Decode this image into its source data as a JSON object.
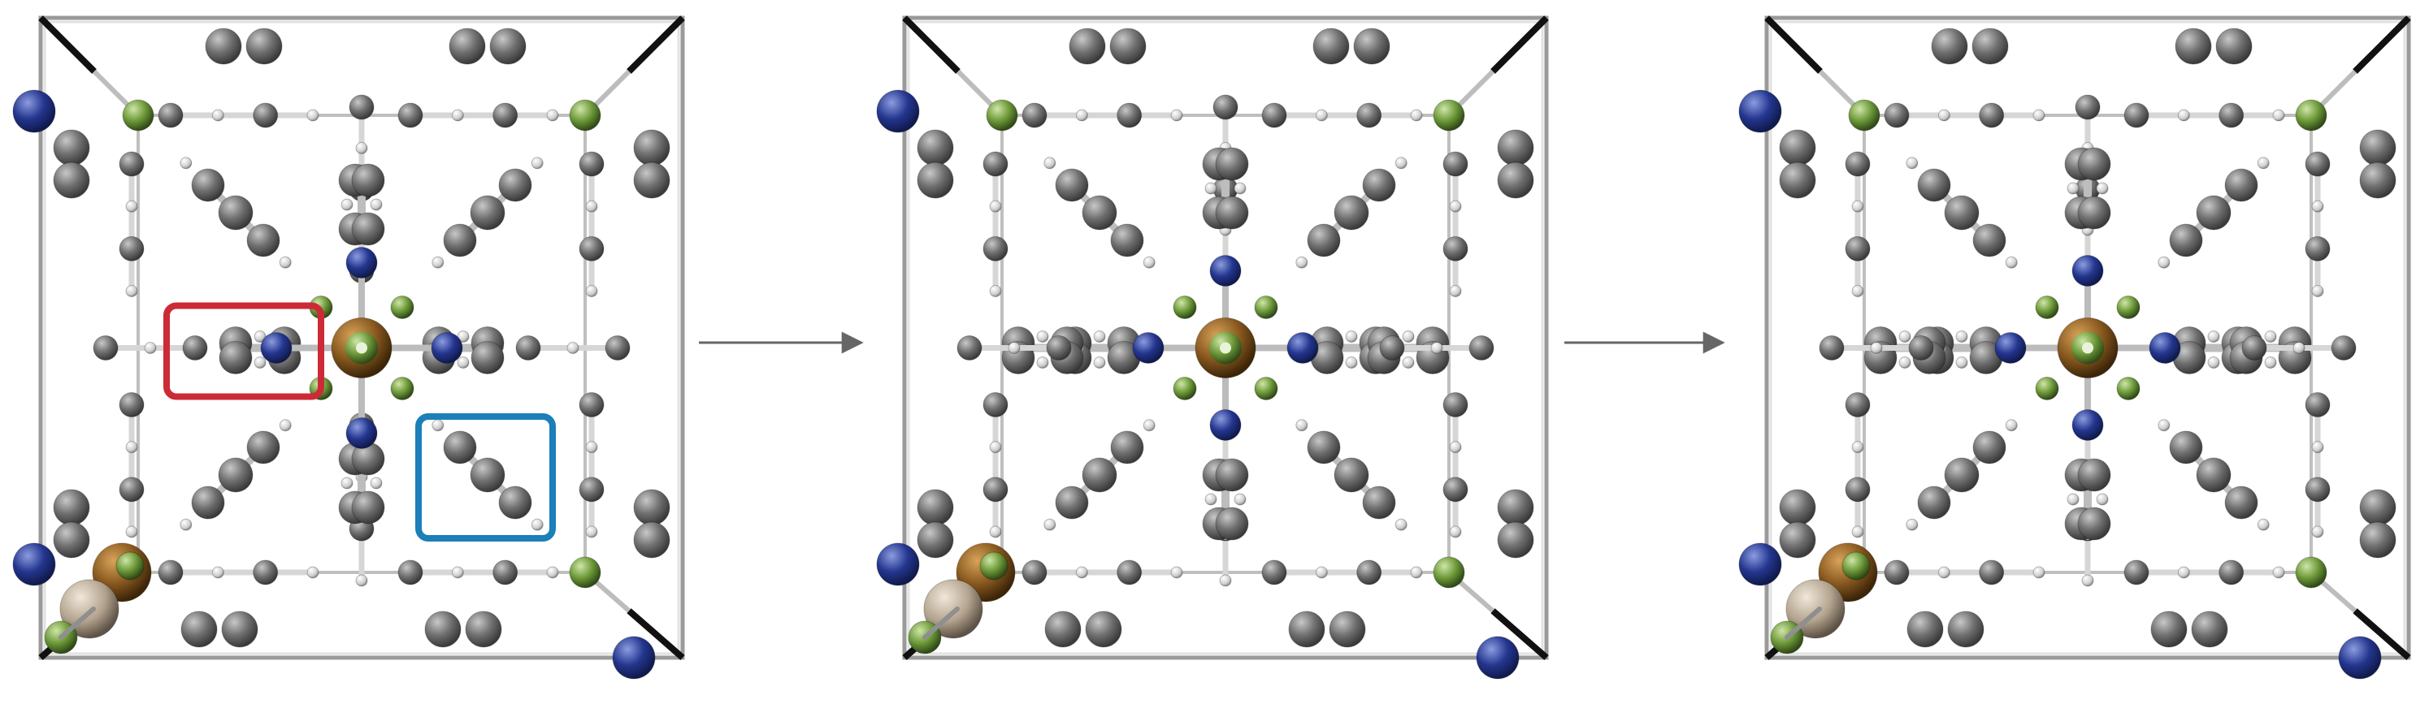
{
  "figure": {
    "panels": [
      {
        "id": "left",
        "highlights": [
          {
            "name": "highlight-box-red",
            "color": "#cc2a36"
          },
          {
            "name": "highlight-box-blue",
            "color": "#1b7fb8"
          }
        ]
      },
      {
        "id": "middle",
        "highlights": []
      },
      {
        "id": "right",
        "highlights": []
      }
    ],
    "arrows": 2
  },
  "colors": {
    "carbon": "#6f6f6f",
    "hydrogen": "#d9d9d9",
    "nitrogen": "#24368f",
    "chlorine": "#6e9a3a",
    "copper": "#8a5a20",
    "tin": "#b3a38e",
    "frame": "#9a9a9a",
    "edge_dark": "#111111",
    "arrow": "#666666"
  }
}
